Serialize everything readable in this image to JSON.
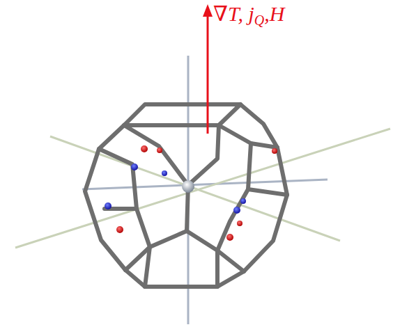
{
  "diagram": {
    "labels": [
      "∇T, j",
      "Q",
      ",H"
    ]
  }
}
